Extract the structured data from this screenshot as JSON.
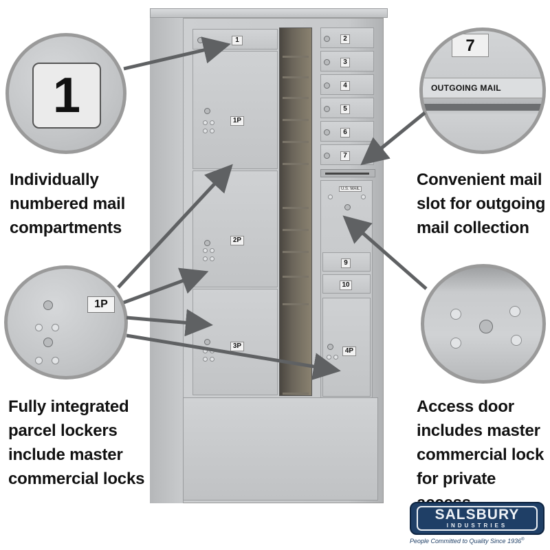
{
  "callouts": {
    "numbered": [
      "Individually",
      "numbered mail",
      "compartments"
    ],
    "parcel": [
      "Fully integrated",
      "parcel lockers",
      "include master",
      "commercial locks"
    ],
    "outgoing": [
      "Convenient mail",
      "slot for outgoing",
      "mail collection"
    ],
    "access": [
      "Access door",
      "includes master",
      "commercial lock",
      "for private access"
    ]
  },
  "zoom": {
    "number_plate": "1",
    "parcel_plate": "1P",
    "slot_plate_number": "7",
    "outgoing_label": "OUTGOING MAIL"
  },
  "cabinet": {
    "top_left_compartment": "1",
    "parcel_lockers": [
      "1P",
      "2P",
      "3P",
      "4P"
    ],
    "right_compartments": [
      "2",
      "3",
      "4",
      "5",
      "6",
      "7"
    ],
    "lower_right_compartments": [
      "9",
      "10"
    ],
    "usmail_label": "U.S. MAIL"
  },
  "brand": {
    "name": "SALSBURY",
    "subtitle": "INDUSTRIES",
    "tagline": "People Committed to Quality Since 1936",
    "tagline_mark": "®",
    "colors": {
      "badge_dark": "#1f3f66",
      "badge_light": "#eef2f6"
    }
  },
  "colors": {
    "metal": "#c8cacc",
    "arrow": "#5f6163",
    "circle_border": "#9a9a9a"
  }
}
